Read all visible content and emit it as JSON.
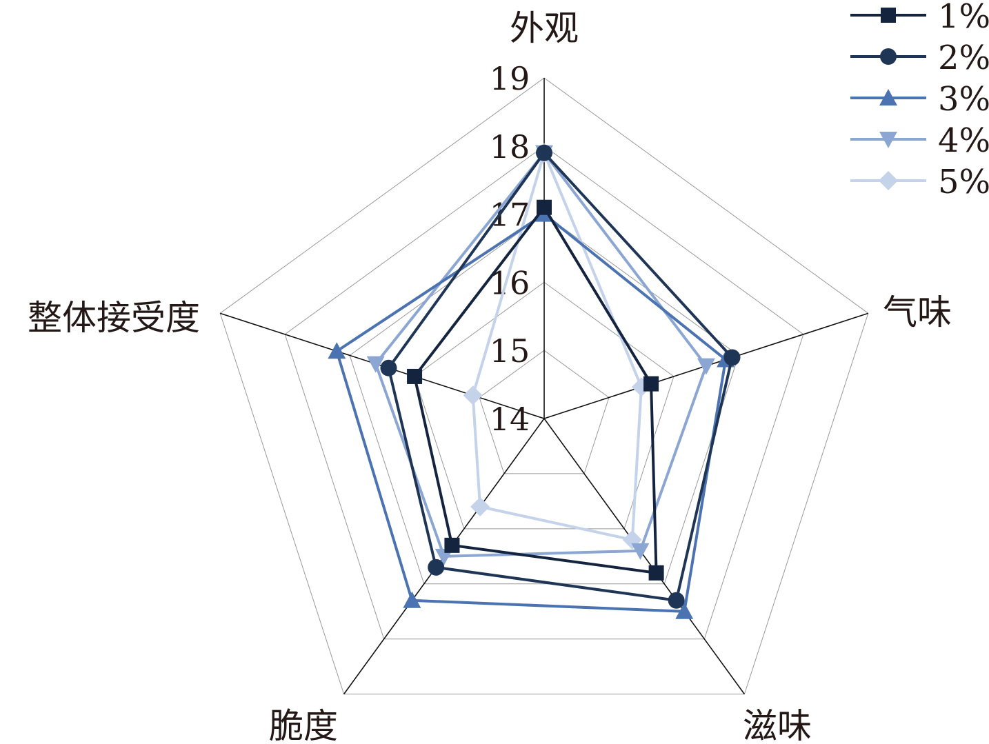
{
  "chart_data": {
    "type": "radar",
    "title": "",
    "axes": [
      "外观",
      "气味",
      "滋味",
      "脆度",
      "整体接受度"
    ],
    "rlim": [
      14,
      19
    ],
    "ticks": [
      "14",
      "15",
      "16",
      "17",
      "18",
      "19"
    ],
    "grid": true,
    "legend_position": "top-right",
    "series": [
      {
        "name": "1%",
        "marker": "square",
        "color": "#14243f",
        "values": [
          17.1,
          15.65,
          16.8,
          16.3,
          16.0
        ]
      },
      {
        "name": "2%",
        "marker": "circle",
        "color": "#1f3556",
        "values": [
          17.9,
          16.9,
          17.3,
          16.7,
          16.4
        ]
      },
      {
        "name": "3%",
        "marker": "triangle-up",
        "color": "#4c73b1",
        "values": [
          17.0,
          16.8,
          17.5,
          17.3,
          17.2
        ]
      },
      {
        "name": "4%",
        "marker": "triangle-down",
        "color": "#8ba6d3",
        "values": [
          17.9,
          16.5,
          16.4,
          16.5,
          16.6
        ]
      },
      {
        "name": "5%",
        "marker": "diamond",
        "color": "#c4d2ea",
        "values": [
          17.9,
          15.5,
          16.2,
          15.6,
          15.1
        ]
      }
    ]
  }
}
